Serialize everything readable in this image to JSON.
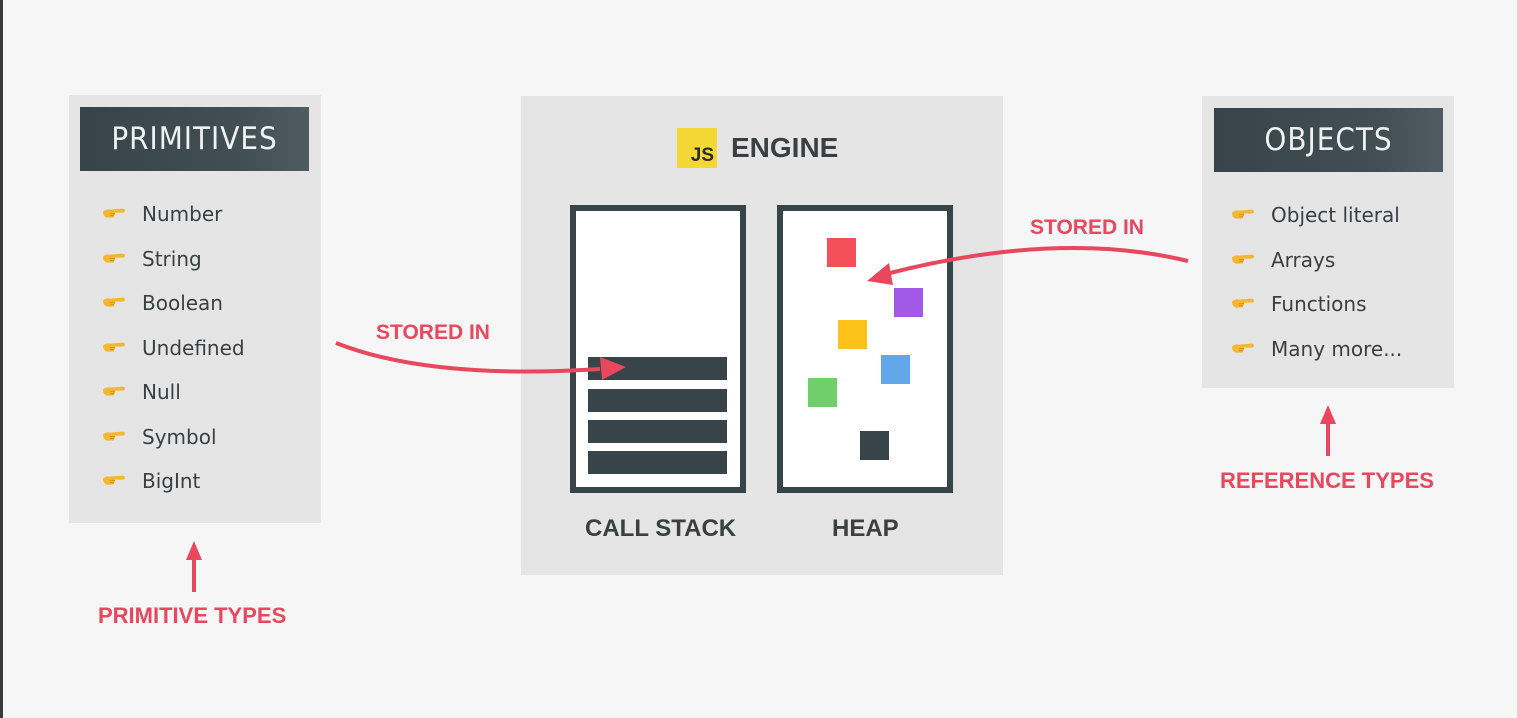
{
  "primitives": {
    "title": "PRIMITIVES",
    "items": [
      "Number",
      "String",
      "Boolean",
      "Undefined",
      "Null",
      "Symbol",
      "BigInt"
    ],
    "type_label": "PRIMITIVE TYPES"
  },
  "objects": {
    "title": "OBJECTS",
    "items": [
      "Object literal",
      "Arrays",
      "Functions",
      "Many more..."
    ],
    "type_label": "REFERENCE  TYPES"
  },
  "engine": {
    "logo_text": "JS",
    "title": "ENGINE",
    "call_stack_label": "CALL STACK",
    "heap_label": "HEAP"
  },
  "arrows": {
    "left_label": "STORED IN",
    "right_label": "STORED IN"
  },
  "colors": {
    "accent_red": "#e8475e",
    "dark": "#37444a",
    "js_yellow": "#f3d835",
    "heap_objects": [
      "#f5505a",
      "#a259e6",
      "#fdc31a",
      "#63a7eb",
      "#71cf6b",
      "#37444a"
    ]
  }
}
